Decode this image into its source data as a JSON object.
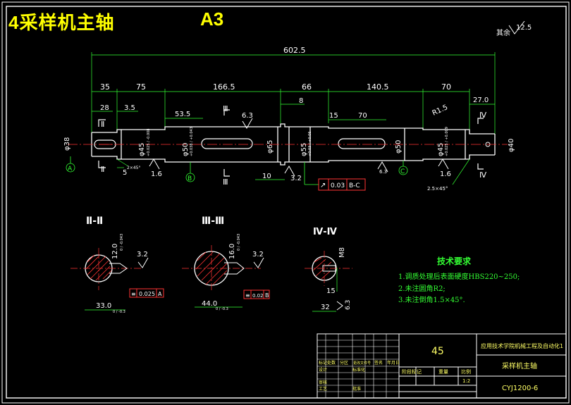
{
  "sheet": {
    "title": "4采样机主轴",
    "size": "A3"
  },
  "roughness_general": {
    "label": "其余",
    "value": "12.5"
  },
  "main_view": {
    "overall_length": "602.5",
    "segments": [
      "35",
      "75",
      "166.5",
      "66",
      "140.5",
      "70"
    ],
    "dims": {
      "d28": "28",
      "d3_5": "3.5",
      "d53_5": "53.5",
      "d8": "8",
      "d15": "15",
      "d70": "70",
      "d27": "27.0",
      "d5": "5",
      "d10": "10",
      "r15": "R1.5"
    },
    "diameters": {
      "phi38": "φ38",
      "phi45a": "φ45",
      "phi45a_tol": "+0.025 / -0.008",
      "phi50a": "φ50",
      "phi50a_tol": "+0.038 / +0.043",
      "phi65": "φ65",
      "phi55": "φ55",
      "phi55_tol": "+0.03 / +0.06",
      "phi50b": "φ50",
      "phi45b": "φ45",
      "phi45b_tol": "+0.025 / +0.009",
      "phi40": "φ40"
    },
    "chamfer_left": "2×45°",
    "chamfer_right": "2.5×45°",
    "roughness": [
      "6.3",
      "1.6",
      "3.2",
      "6.3",
      "1.6"
    ],
    "datums": [
      "A",
      "B",
      "C"
    ],
    "section_marks": [
      "Ⅱ",
      "Ⅲ",
      "Ⅳ"
    ],
    "runout": {
      "symbol": "↗",
      "value": "0.03",
      "datum": "B-C"
    }
  },
  "sections": [
    {
      "title": "Ⅱ-Ⅱ",
      "depth": "12.0",
      "depth_tol": "0 / -0.043",
      "roughness": "3.2",
      "width": "33.0",
      "width_tol": "0 / -0.3",
      "tol_value": "0.025",
      "tol_datum": "A"
    },
    {
      "title": "Ⅲ-Ⅲ",
      "depth": "16.0",
      "depth_tol": "0 / -0.043",
      "roughness": "3.2",
      "width": "44.0",
      "width_tol": "0 / -0.3",
      "tol_value": "0.02",
      "tol_datum": "B"
    },
    {
      "title": "Ⅳ-Ⅳ",
      "thread": "M8",
      "depth": "15",
      "width": "32",
      "roughness": "6.3"
    }
  ],
  "tech_requirements": {
    "title": "技术要求",
    "notes": [
      "1.调质处理后表面硬度HBS220~250;",
      "2.未注圆角R2;",
      "3.未注倒角1.5×45°."
    ]
  },
  "title_block": {
    "material": "45",
    "company": "应用技术学院机械工程及自动化1",
    "part_name": "采样机主轴",
    "drawing_no": "CYJ1200-6",
    "scale": "1:2",
    "labels": {
      "stage_mark": "阶段标记",
      "weight": "重量",
      "scale_label": "比例",
      "mark": "标记",
      "count": "处数",
      "zone": "分区",
      "change_no": "更改文件号",
      "sign": "签名",
      "date": "年月日",
      "design": "设计",
      "standardize": "标准化",
      "review": "审核",
      "process": "工艺",
      "approve": "批准"
    }
  },
  "colors": {
    "outline": "#ffffff",
    "dimension": "#33ff33",
    "hatch": "#ff3333",
    "center": "#ff3333",
    "title": "#ffff00"
  }
}
